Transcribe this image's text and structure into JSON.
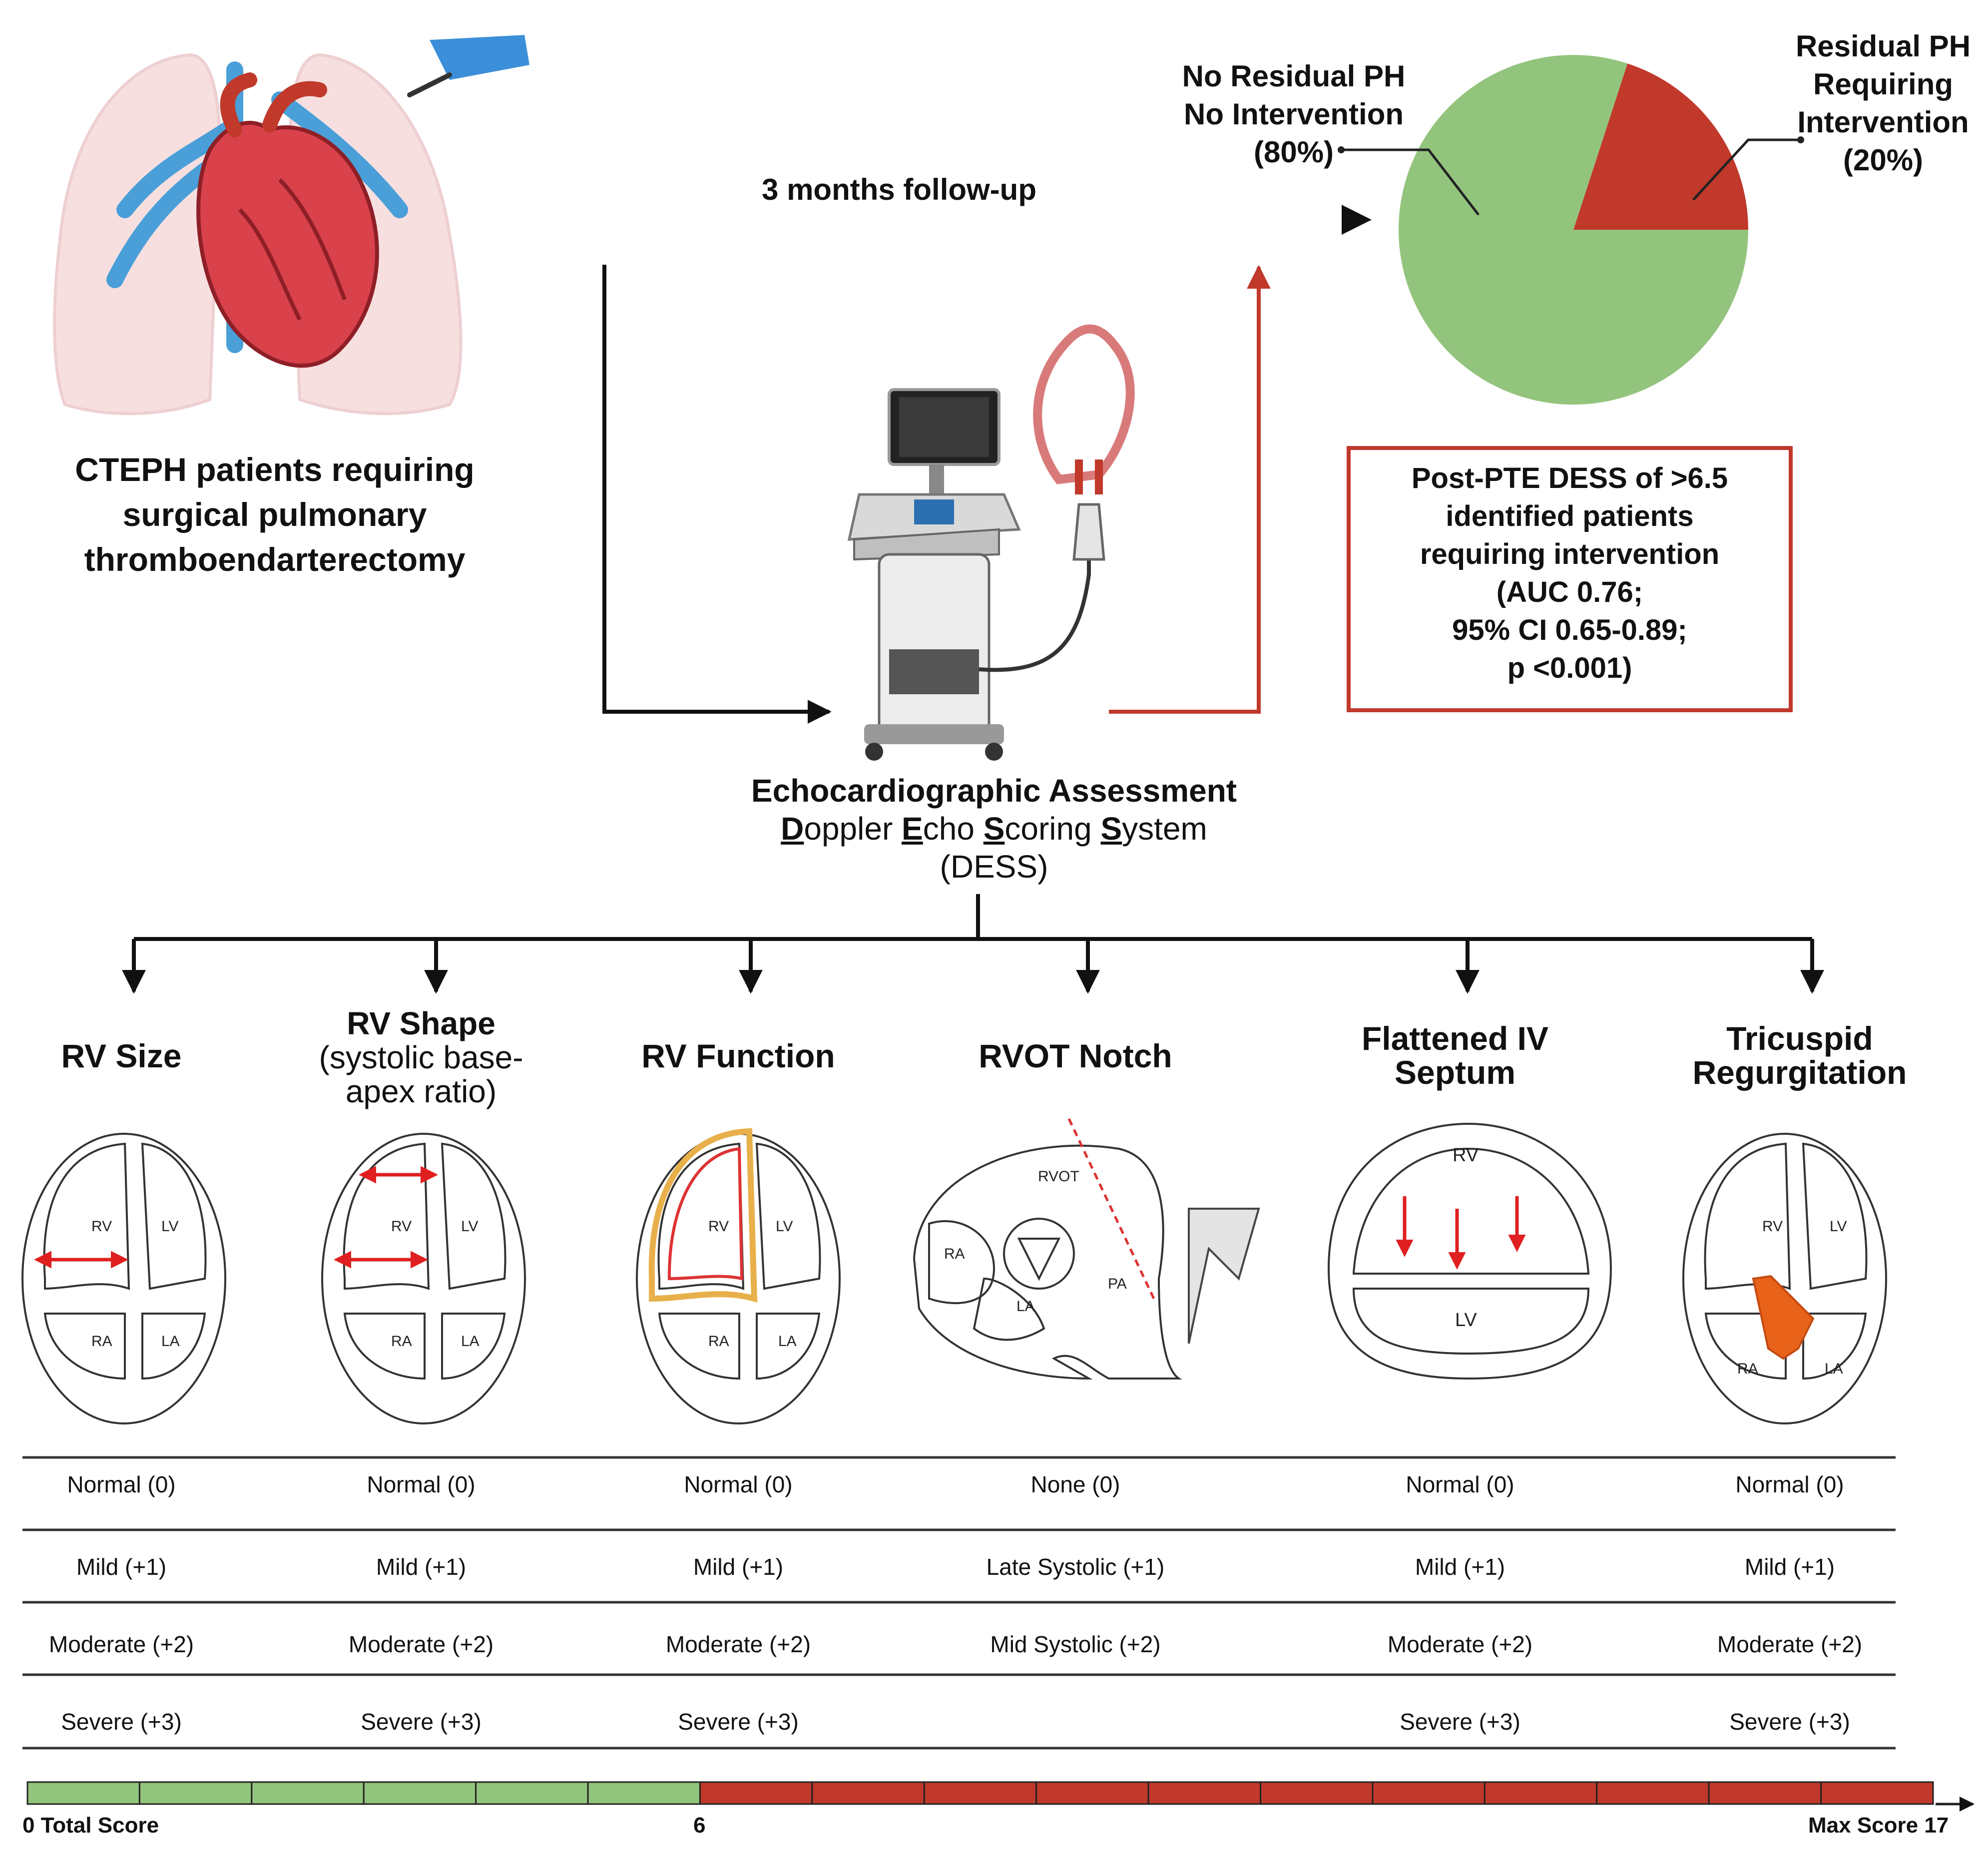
{
  "top_left": {
    "caption_lines": [
      "CTEPH patients requiring",
      "surgical pulmonary",
      "thromboendarterectomy"
    ]
  },
  "followup_label": "3 months follow-up",
  "pie": {
    "green_label_lines": [
      "No Residual PH",
      "No Intervention",
      "(80%)"
    ],
    "red_label_lines": [
      "Residual PH",
      "Requiring",
      "Intervention",
      "(20%)"
    ],
    "slices": [
      {
        "label": "No Residual PH No Intervention",
        "value": 80,
        "color": "#93c47d"
      },
      {
        "label": "Residual PH Requiring Intervention",
        "value": 20,
        "color": "#c0392b"
      }
    ]
  },
  "result_box": {
    "lines": [
      "Post-PTE DESS of >6.5",
      "identified patients",
      "requiring intervention",
      "(AUC 0.76;",
      "95% CI 0.65-0.89;",
      "p <0.001)"
    ]
  },
  "assessment": {
    "title": "Echocardiographic Assessment",
    "dess_words": [
      {
        "initial": "D",
        "rest": "oppler "
      },
      {
        "initial": "E",
        "rest": "cho "
      },
      {
        "initial": "S",
        "rest": "coring "
      },
      {
        "initial": "S",
        "rest": "ystem"
      }
    ],
    "abbr": "(DESS)"
  },
  "params": [
    {
      "title": "RV Size",
      "sub": "",
      "rows": [
        "Normal (0)",
        "Mild (+1)",
        "Moderate (+2)",
        "Severe (+3)"
      ]
    },
    {
      "title": "RV Shape",
      "sub": "(systolic base-\napex ratio)",
      "rows": [
        "Normal (0)",
        "Mild (+1)",
        "Moderate (+2)",
        "Severe (+3)"
      ]
    },
    {
      "title": "RV Function",
      "sub": "",
      "rows": [
        "Normal (0)",
        "Mild (+1)",
        "Moderate (+2)",
        "Severe (+3)"
      ]
    },
    {
      "title": "RVOT Notch",
      "sub": "",
      "rows": [
        "None (0)",
        "Late Systolic (+1)",
        "Mid Systolic (+2)",
        ""
      ]
    },
    {
      "title": "Flattened IV\nSeptum",
      "sub": "",
      "rows": [
        "Normal (0)",
        "Mild (+1)",
        "Moderate (+2)",
        "Severe (+3)"
      ]
    },
    {
      "title": "Tricuspid\nRegurgitation",
      "sub": "",
      "rows": [
        "Normal (0)",
        "Mild (+1)",
        "Moderate (+2)",
        "Severe (+3)"
      ]
    }
  ],
  "chambers": {
    "rv": "RV",
    "lv": "LV",
    "ra": "RA",
    "la": "LA",
    "rvot": "RVOT",
    "pa": "PA"
  },
  "score_scale": {
    "total": 17,
    "threshold": 6,
    "start_label": "0 Total Score",
    "threshold_label": "6",
    "end_label": "Max Score 17",
    "green": "#93c47d",
    "red": "#c0392b"
  }
}
